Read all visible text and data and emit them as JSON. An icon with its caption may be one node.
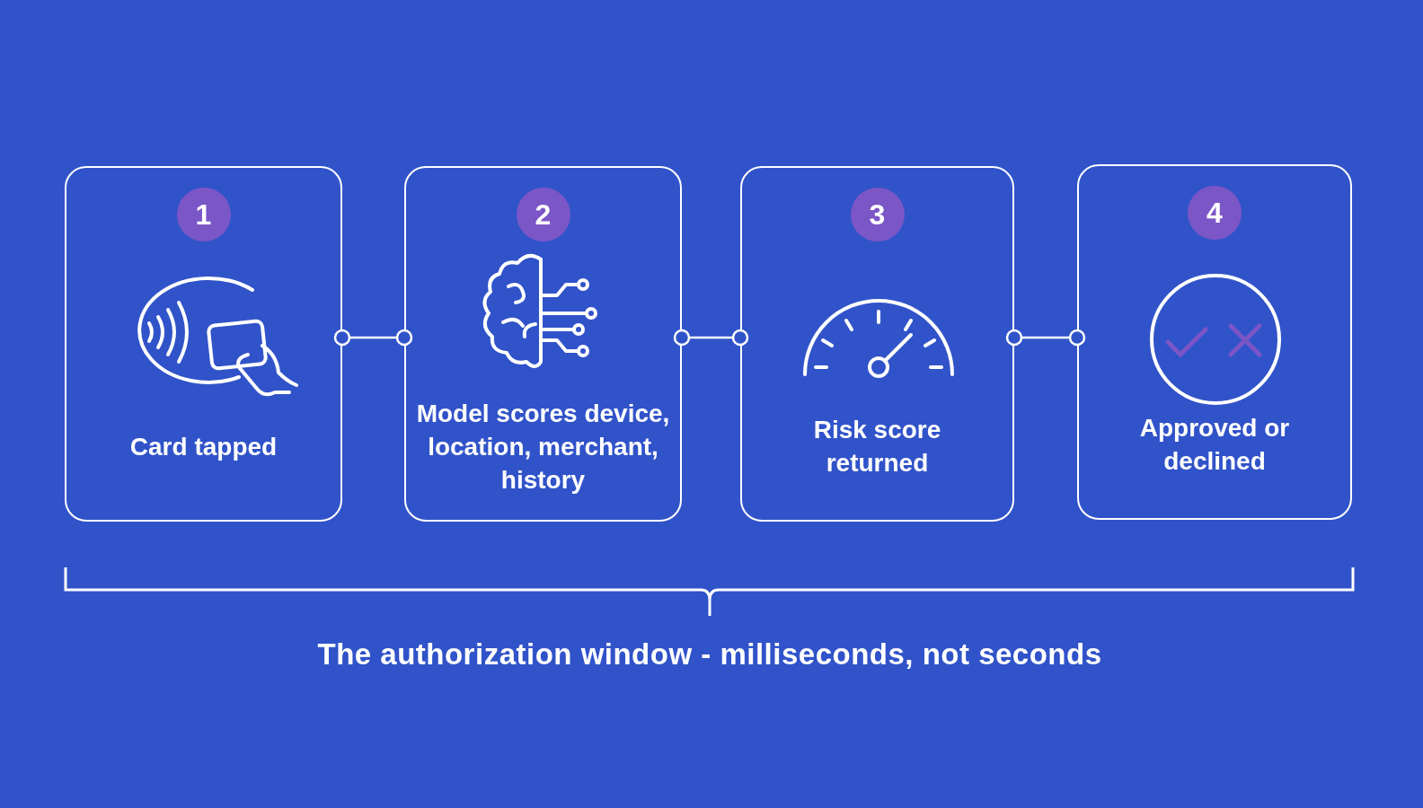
{
  "diagram": {
    "nodes": [
      {
        "text": [
          "1",
          "Card tapped"
        ]
      },
      {
        "text": [
          "2",
          "Model scores device, location, merchant, history"
        ]
      },
      {
        "text": [
          "3",
          "Risk score returned"
        ]
      },
      {
        "text": [
          "4",
          "Approved or declined"
        ]
      }
    ],
    "edges": [
      {
        "from": 0,
        "to": 1,
        "arrow": "other"
      },
      {
        "from": 1,
        "to": 2,
        "arrow": "other"
      },
      {
        "from": 2,
        "to": 3,
        "arrow": "other"
      }
    ],
    "labels": [
      "The authorization window - milliseconds, not seconds"
    ]
  }
}
